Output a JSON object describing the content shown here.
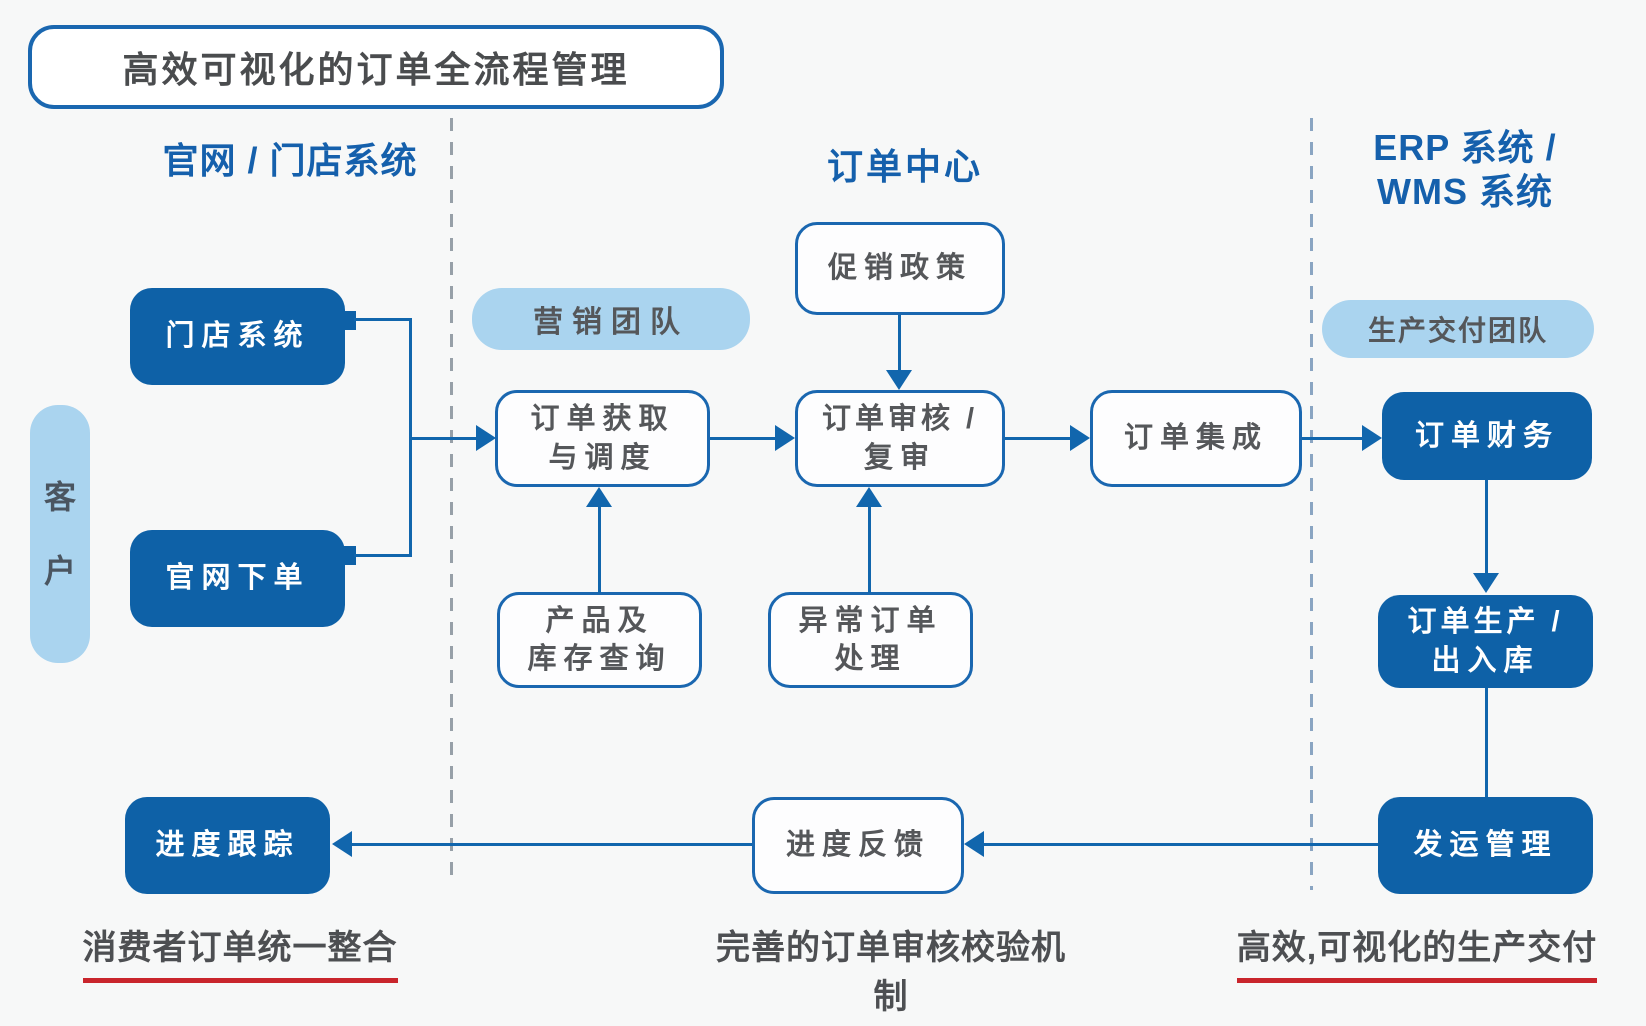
{
  "title": "高效可视化的订单全流程管理",
  "columns": {
    "left": {
      "header": "官网 / 门店系统",
      "caption": "消费者订单统一整合"
    },
    "middle": {
      "header": "订单中心",
      "caption": "完善的订单审核校验机制"
    },
    "right": {
      "header_line1": "ERP 系统 /",
      "header_line2": "WMS 系统",
      "caption": "高效,可视化的生产交付"
    }
  },
  "nodes": {
    "customer_char1": "客",
    "customer_char2": "户",
    "store_system": "门店系统",
    "web_order": "官网下单",
    "progress_tracking": "进度跟踪",
    "marketing_team": "营销团队",
    "promotion_policy": "促销政策",
    "order_capture_line1": "订单获取",
    "order_capture_line2": "与调度",
    "product_inventory_line1": "产品及",
    "product_inventory_line2": "库存查询",
    "order_review_line1": "订单审核 /",
    "order_review_line2": "复审",
    "exception_order_line1": "异常订单",
    "exception_order_line2": "处理",
    "order_integration": "订单集成",
    "progress_feedback": "进度反馈",
    "delivery_team": "生产交付团队",
    "order_finance": "订单财务",
    "order_production_line1": "订单生产 /",
    "order_production_line2": "出入库",
    "shipping_management": "发运管理"
  },
  "colors": {
    "dark_blue_box": "#0e61a7",
    "light_blue_pill": "#aad4ef",
    "outline_blue": "#1a67b0",
    "arrow_blue": "#1166ad",
    "header_text_blue": "#1560ac",
    "gray_text": "#55575a",
    "caption_text": "#4d4f52",
    "underline_red": "#c9252c",
    "background": "#f7f8f8"
  }
}
